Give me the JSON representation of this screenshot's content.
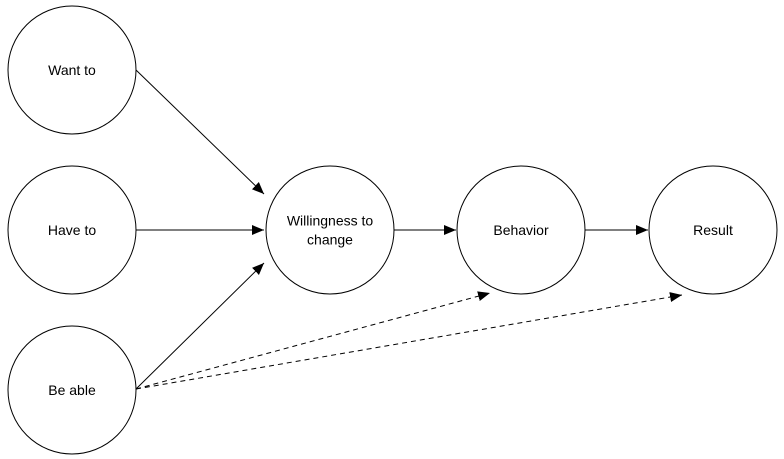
{
  "diagram": {
    "nodes": [
      {
        "id": "want",
        "label_lines": [
          "Want to"
        ]
      },
      {
        "id": "have",
        "label_lines": [
          "Have to"
        ]
      },
      {
        "id": "able",
        "label_lines": [
          "Be able"
        ]
      },
      {
        "id": "will",
        "label_lines": [
          "Willingness to",
          "change"
        ]
      },
      {
        "id": "behav",
        "label_lines": [
          "Behavior"
        ]
      },
      {
        "id": "result",
        "label_lines": [
          "Result"
        ]
      }
    ],
    "edges": [
      {
        "from": "want",
        "to": "will",
        "style": "solid"
      },
      {
        "from": "have",
        "to": "will",
        "style": "solid"
      },
      {
        "from": "able",
        "to": "will",
        "style": "solid"
      },
      {
        "from": "will",
        "to": "behav",
        "style": "solid"
      },
      {
        "from": "behav",
        "to": "result",
        "style": "solid"
      },
      {
        "from": "able",
        "to": "behav",
        "style": "dashed"
      },
      {
        "from": "able",
        "to": "result",
        "style": "dashed"
      }
    ]
  }
}
